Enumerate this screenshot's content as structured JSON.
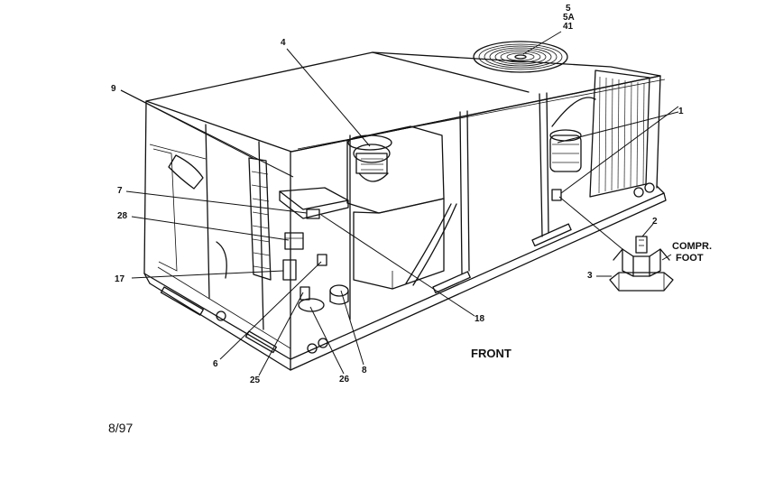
{
  "diagram": {
    "callouts": {
      "c5": "5",
      "c5a": "5A",
      "c41": "41",
      "c4": "4",
      "c9": "9",
      "c1": "1",
      "c7": "7",
      "c28": "28",
      "c17": "17",
      "c18": "18",
      "c6": "6",
      "c25": "25",
      "c26": "26",
      "c8": "8",
      "c2": "2",
      "c3": "3"
    },
    "labels": {
      "compr_line1": "COMPR.",
      "compr_line2": "FOOT",
      "front": "FRONT",
      "date": "8/97"
    }
  }
}
